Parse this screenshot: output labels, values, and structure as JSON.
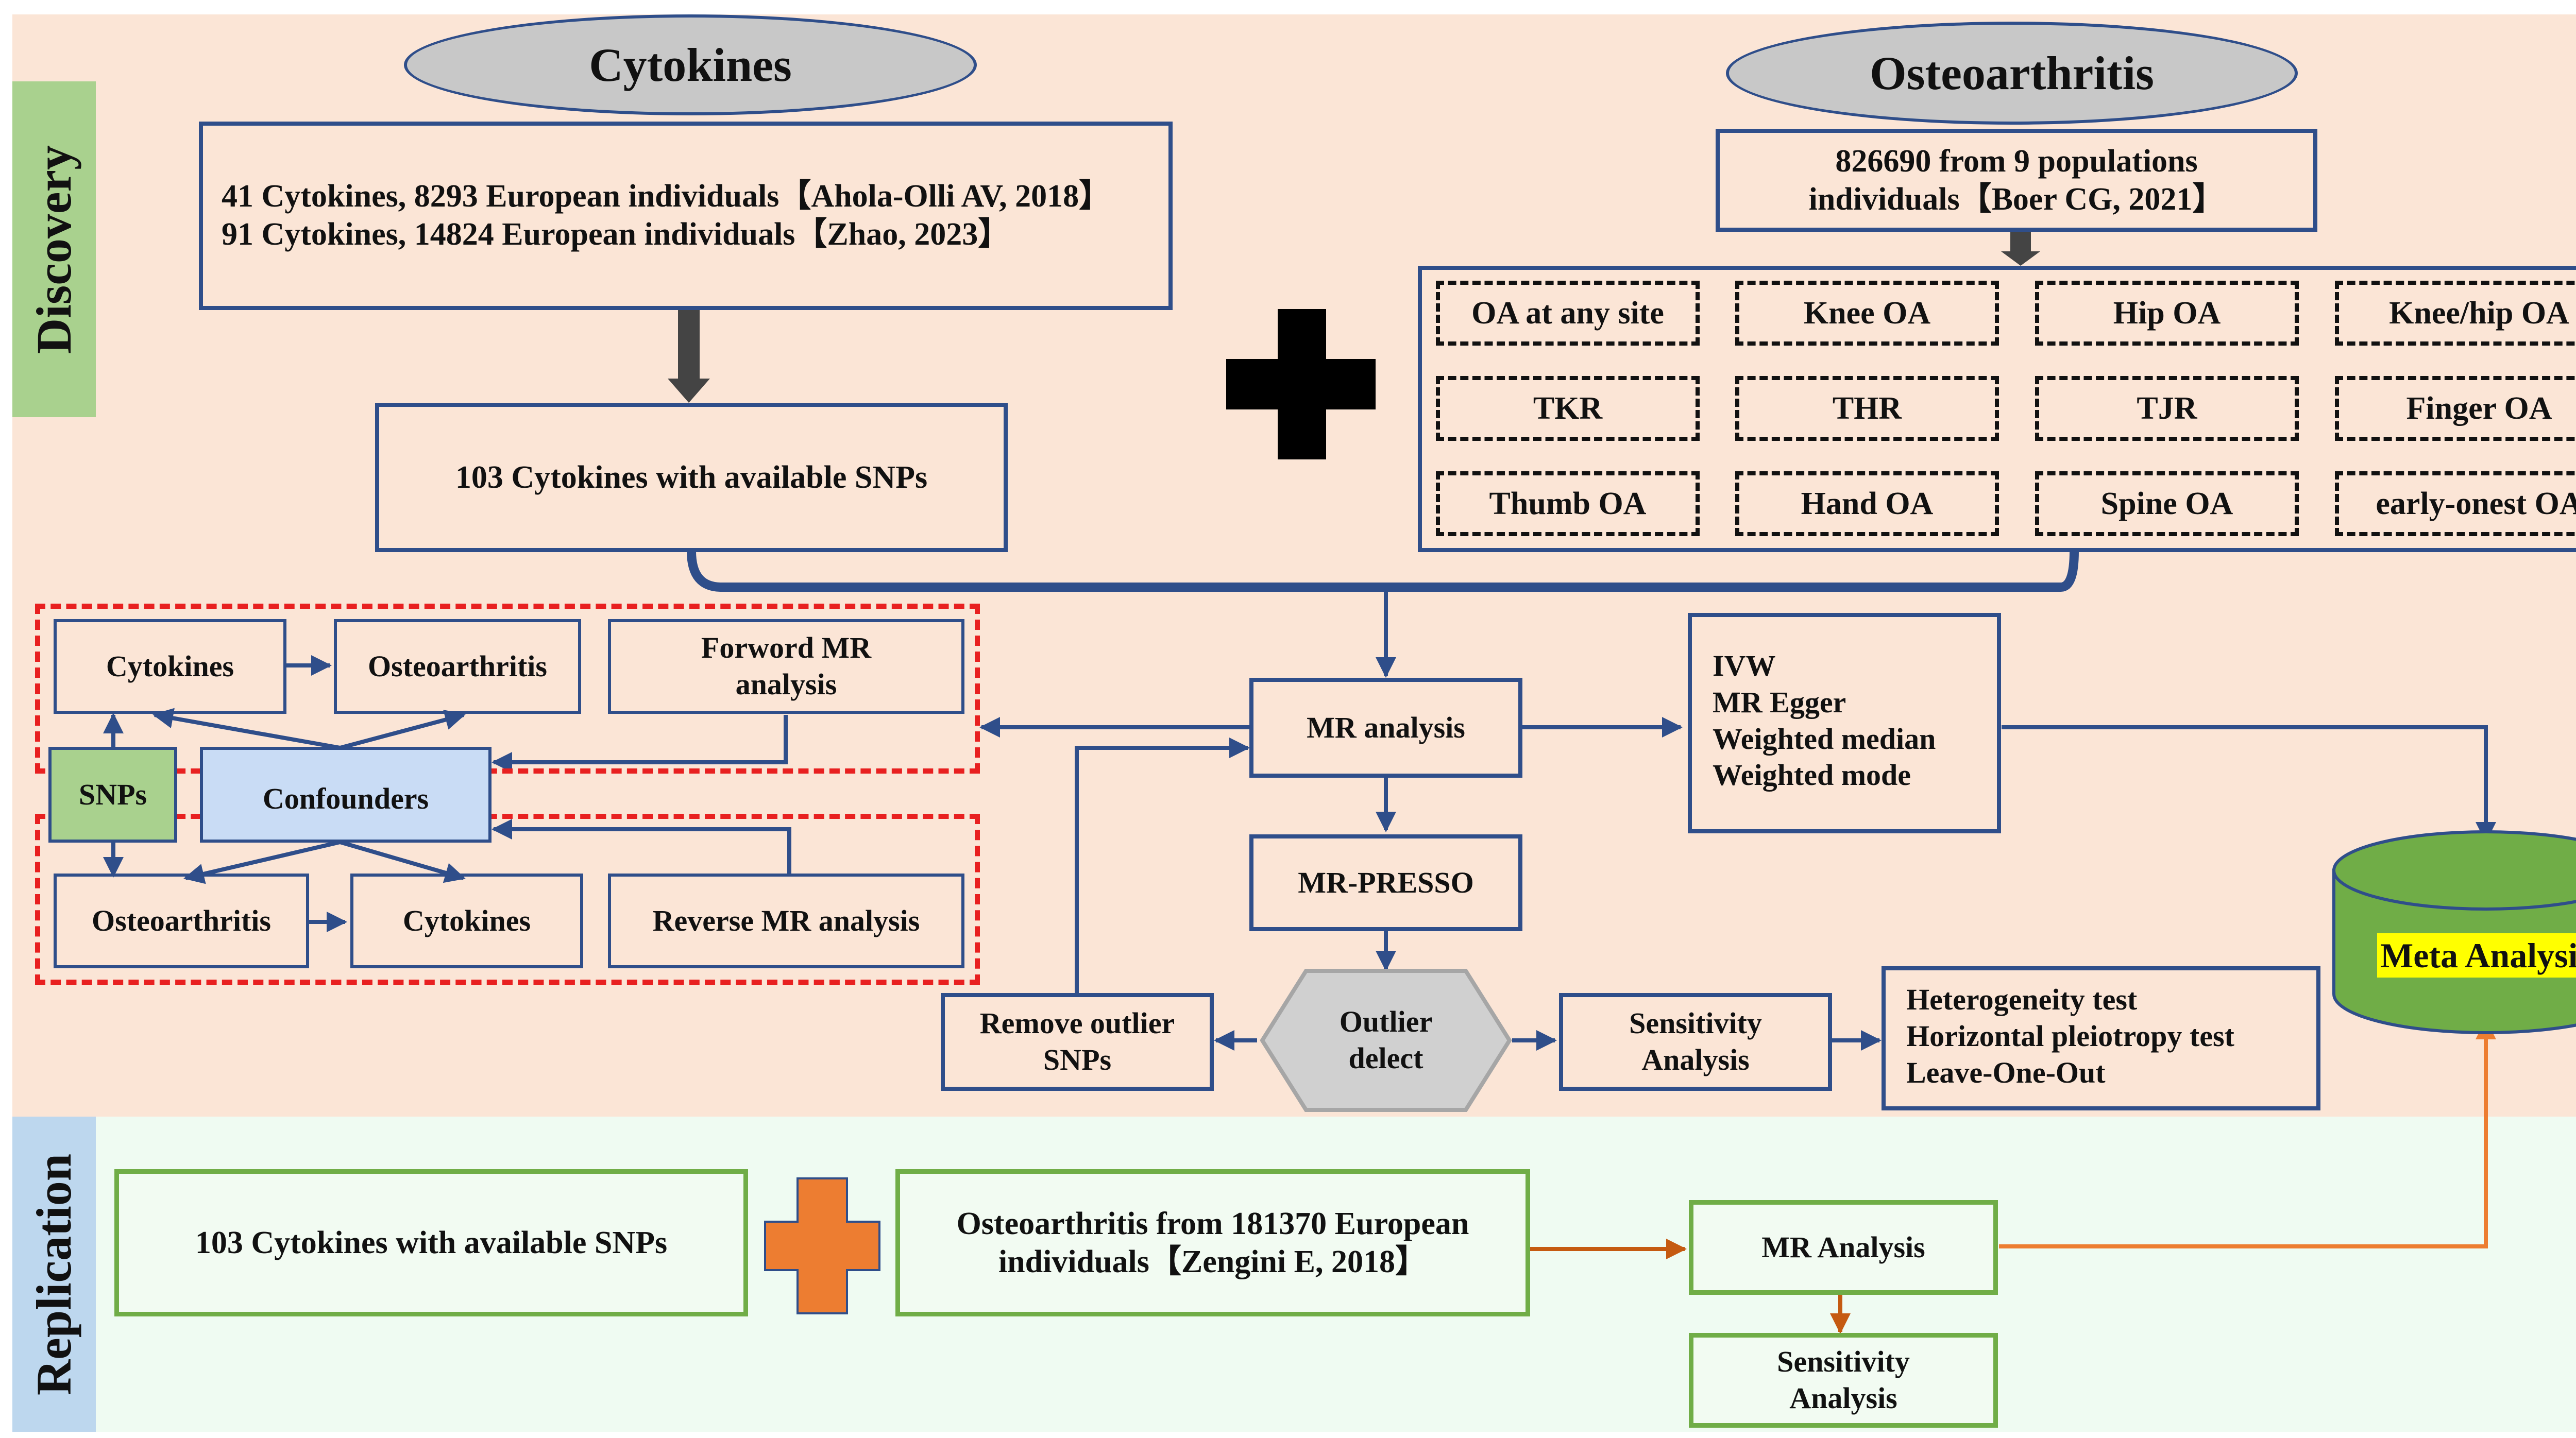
{
  "sections": {
    "discovery_label": "Discovery",
    "replication_label": "Replication"
  },
  "exposure": {
    "header": "Cytokines",
    "source_line1": "41 Cytokines, 8293 European individuals【Ahola-Olli AV, 2018】",
    "source_line2": "91 Cytokines, 14824 European individuals【Zhao, 2023】",
    "available": "103 Cytokines with available SNPs"
  },
  "outcome": {
    "header": "Osteoarthritis",
    "source_line1": "826690 from 9 populations",
    "source_line2": "individuals【Boer CG, 2021】",
    "phenotypes": [
      "OA at any site",
      "Knee OA",
      "Hip OA",
      "Knee/hip OA",
      "TKR",
      "THR",
      "TJR",
      "Finger OA",
      "Thumb OA",
      "Hand OA",
      "Spine OA",
      "early-onest OA"
    ]
  },
  "mr_design": {
    "cytokines": "Cytokines",
    "osteoarthritis": "Osteoarthritis",
    "forward": "Forword MR analysis",
    "snps": "SNPs",
    "confounders": "Confounders",
    "reverse_osteoarthritis": "Osteoarthritis",
    "reverse_cytokines": "Cytokines",
    "reverse": "Reverse MR analysis"
  },
  "pipeline": {
    "mr_analysis": "MR analysis",
    "methods": [
      "IVW",
      "MR Egger",
      "Weighted median",
      "Weighted mode"
    ],
    "mr_presso": "MR-PRESSO",
    "outlier": "Outlier delect",
    "remove": "Remove outlier SNPs",
    "sensitivity": "Sensitivity Analysis",
    "sensitivity_tests": [
      "Heterogeneity test",
      "Horizontal pleiotropy test",
      "Leave-One-Out"
    ],
    "meta": "Meta Analysis"
  },
  "replication": {
    "exposure": "103 Cytokines with available SNPs",
    "outcome_line1": "Osteoarthritis from 181370 European",
    "outcome_line2": "individuals【Zengini E, 2018】",
    "mr_analysis": "MR Analysis",
    "sensitivity": "Sensitivity Analysis"
  },
  "colors": {
    "discovery_bg": "#fbe5d6",
    "replication_bg": "#effbf2",
    "discovery_tab": "#a9d18e",
    "replication_tab": "#bdd7ee",
    "primary_blue": "#2f4e8a",
    "red_dash": "#e82020",
    "orange": "#ed7d31",
    "green_border": "#70ad47",
    "cylinder_green": "#70ad47",
    "meta_highlight": "#ffff00"
  }
}
